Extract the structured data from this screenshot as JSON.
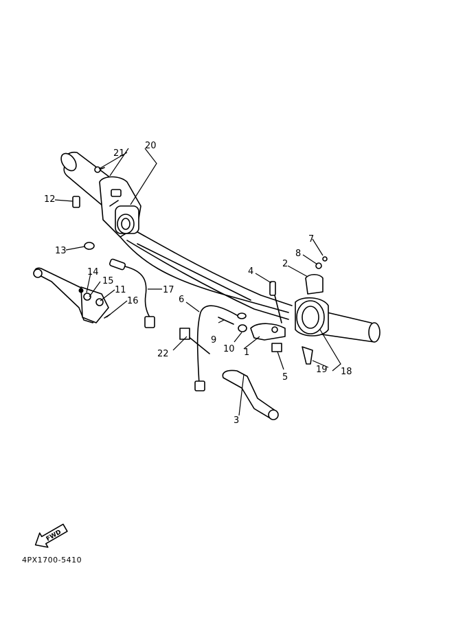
{
  "diagram": {
    "reference_code": "4PX1700-5410",
    "fwd_label": "FWD",
    "callouts": [
      {
        "id": "1",
        "text": "1"
      },
      {
        "id": "2",
        "text": "2"
      },
      {
        "id": "3",
        "text": "3"
      },
      {
        "id": "4",
        "text": "4"
      },
      {
        "id": "5",
        "text": "5"
      },
      {
        "id": "6",
        "text": "6"
      },
      {
        "id": "7",
        "text": "7"
      },
      {
        "id": "8",
        "text": "8"
      },
      {
        "id": "9",
        "text": "9"
      },
      {
        "id": "10",
        "text": "10"
      },
      {
        "id": "11",
        "text": "11"
      },
      {
        "id": "12",
        "text": "12"
      },
      {
        "id": "13",
        "text": "13"
      },
      {
        "id": "14",
        "text": "14"
      },
      {
        "id": "15",
        "text": "15"
      },
      {
        "id": "16",
        "text": "16"
      },
      {
        "id": "17",
        "text": "17"
      },
      {
        "id": "18",
        "text": "18"
      },
      {
        "id": "19",
        "text": "19"
      },
      {
        "id": "20",
        "text": "20"
      },
      {
        "id": "21",
        "text": "21"
      },
      {
        "id": "22",
        "text": "22"
      }
    ]
  }
}
